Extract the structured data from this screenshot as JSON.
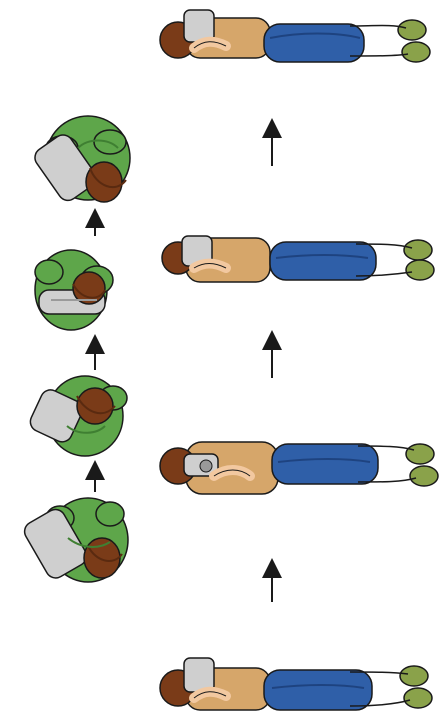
{
  "diagram": {
    "side_panels": [
      "left-column",
      "right-column"
    ],
    "top_views": [
      {
        "name": "top-view-4",
        "order": 4
      },
      {
        "name": "top-view-3",
        "order": 3
      },
      {
        "name": "top-view-2",
        "order": 2
      },
      {
        "name": "top-view-1",
        "order": 1
      }
    ],
    "side_views": [
      {
        "name": "side-view-4",
        "order": 4
      },
      {
        "name": "side-view-3",
        "order": 3
      },
      {
        "name": "side-view-2",
        "order": 2
      },
      {
        "name": "side-view-1",
        "order": 1
      }
    ],
    "arrow_direction": "up"
  },
  "colors": {
    "background": "#ffffff",
    "outline": "#1a1a1a",
    "shirt_top": "#5ea64a",
    "shirt_top_shadow": "#3f7f32",
    "hair": "#7a3b18",
    "hair_shadow": "#5a2a10",
    "camcorder": "#cfcfcf",
    "camcorder_shadow": "#9a9a9a",
    "skin": "#f2c8a0",
    "shirt_side": "#d6a66a",
    "shirt_side_dark": "#b8874e",
    "jeans": "#2f5fa8",
    "jeans_shadow": "#1e4380",
    "shoes": "#8aa24a",
    "shoes_shadow": "#5f7a2c"
  }
}
